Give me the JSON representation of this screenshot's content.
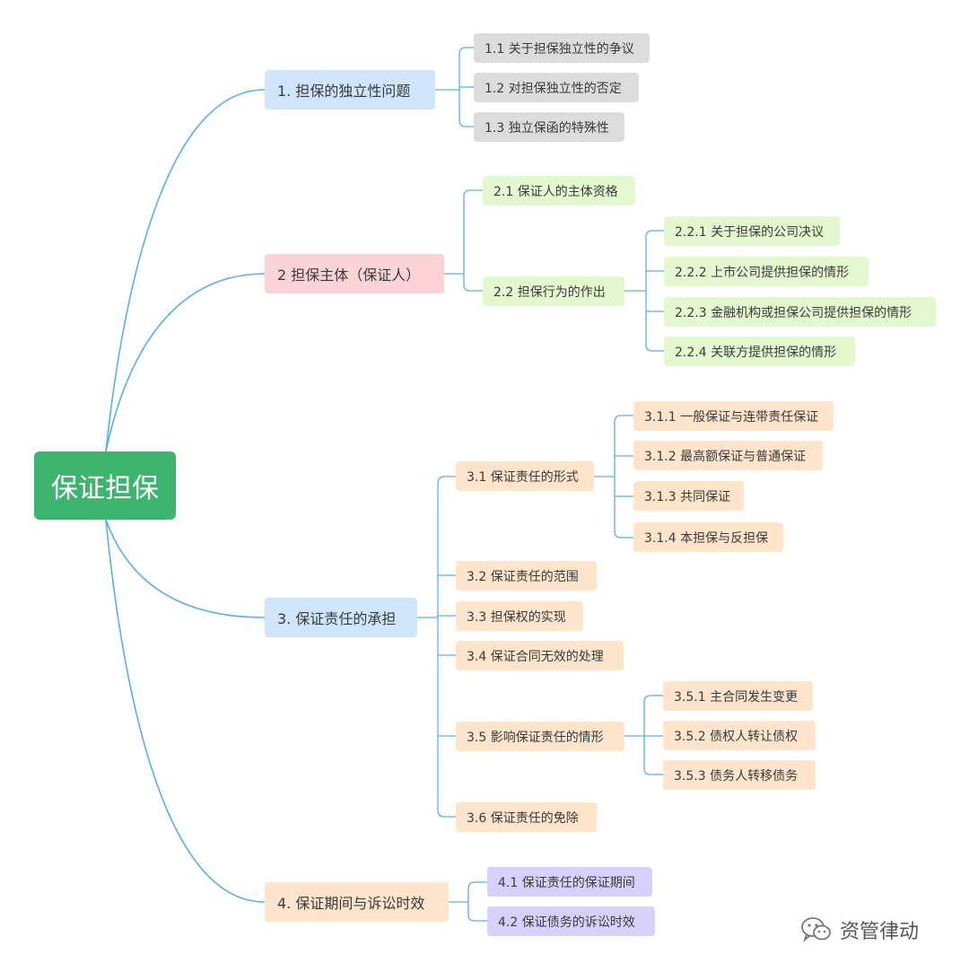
{
  "root": {
    "label": "保证担保"
  },
  "branch1": {
    "label": "1. 担保的独立性问题",
    "items": [
      "1.1 关于担保独立性的争议",
      "1.2 对担保独立性的否定",
      "1.3 独立保函的特殊性"
    ]
  },
  "branch2": {
    "label": "2 担保主体（保证人）",
    "sub1": "2.1 保证人的主体资格",
    "sub2": {
      "label": "2.2 担保行为的作出",
      "items": [
        "2.2.1 关于担保的公司决议",
        "2.2.2 上市公司提供担保的情形",
        "2.2.3 金融机构或担保公司提供担保的情形",
        "2.2.4 关联方提供担保的情形"
      ]
    }
  },
  "branch3": {
    "label": "3. 保证责任的承担",
    "sub1": {
      "label": "3.1 保证责任的形式",
      "items": [
        "3.1.1 一般保证与连带责任保证",
        "3.1.2 最高额保证与普通保证",
        "3.1.3 共同保证",
        "3.1.4 本担保与反担保"
      ]
    },
    "sub2": "3.2 保证责任的范围",
    "sub3": "3.3 担保权的实现",
    "sub4": "3.4 保证合同无效的处理",
    "sub5": {
      "label": "3.5 影响保证责任的情形",
      "items": [
        "3.5.1 主合同发生变更",
        "3.5.2 债权人转让债权",
        "3.5.3 债务人转移债务"
      ]
    },
    "sub6": "3.6 保证责任的免除"
  },
  "branch4": {
    "label": "4. 保证期间与诉讼时效",
    "items": [
      "4.1 保证责任的保证期间",
      "4.2 保证债务的诉讼时效"
    ]
  },
  "watermark": {
    "text": "资管律动",
    "icon": "wechat-icon"
  },
  "colors": {
    "root": "#3db56f",
    "connector": "#5aaee6",
    "branch1": "#cfe5fb",
    "branch2": "#fbd3d6",
    "branch3": "#cfe5fb",
    "branch4": "#fde4cb",
    "level2_branch1": "#dcdcdc",
    "level2_branch2": "#e4f8cf",
    "level2_branch3": "#fde4cb",
    "level2_branch4": "#d6d1fa"
  }
}
